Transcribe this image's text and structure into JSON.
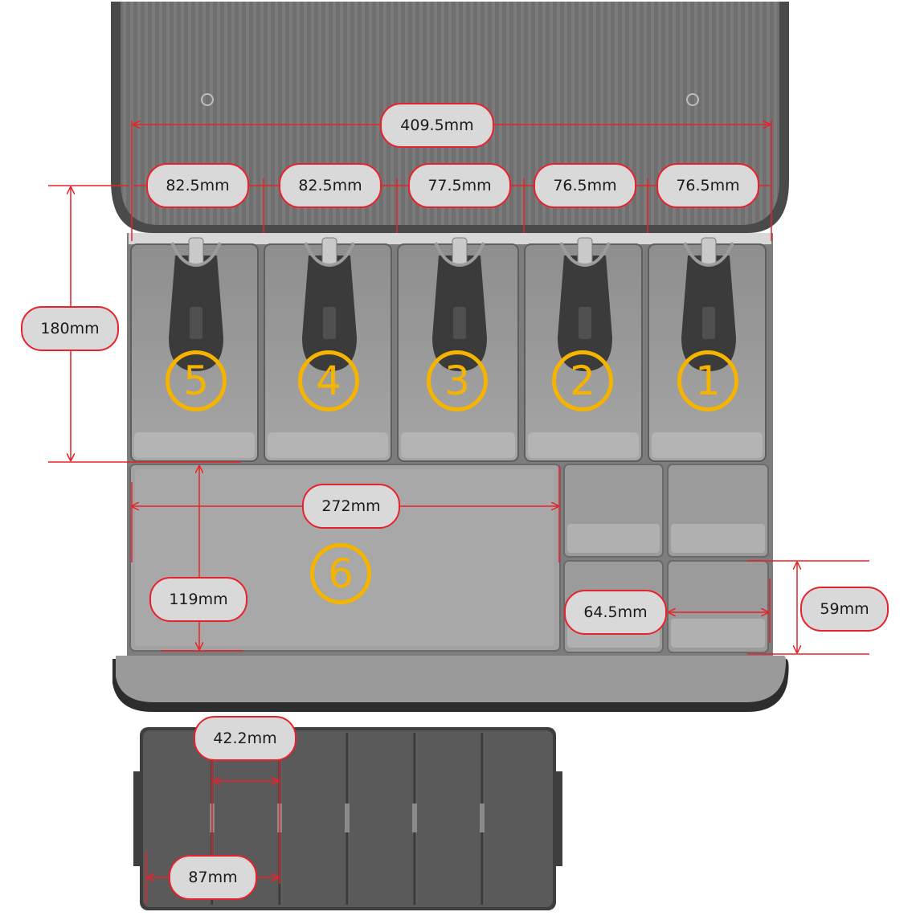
{
  "colors": {
    "dimension_line": "#e8222a",
    "compartment_number": "#f5b400",
    "label_fill": "#d9d9d9",
    "tray_dark": "#4a4a4a",
    "tray_mid": "#8c8c8c",
    "tray_light": "#a9a9a9"
  },
  "compartment_numbers": [
    "5",
    "4",
    "3",
    "2",
    "1"
  ],
  "large_compartment_number": "6",
  "dimensions": {
    "overall_width": "409.5mm",
    "slot_widths": [
      "82.5mm",
      "82.5mm",
      "77.5mm",
      "76.5mm",
      "76.5mm"
    ],
    "slot_depth": "180mm",
    "large_compartment_width": "272mm",
    "large_compartment_depth": "119mm",
    "small_compartment_width": "64.5mm",
    "small_compartment_depth": "59mm",
    "coin_cup_width": "42.2mm",
    "coin_tray_depth": "87mm"
  }
}
